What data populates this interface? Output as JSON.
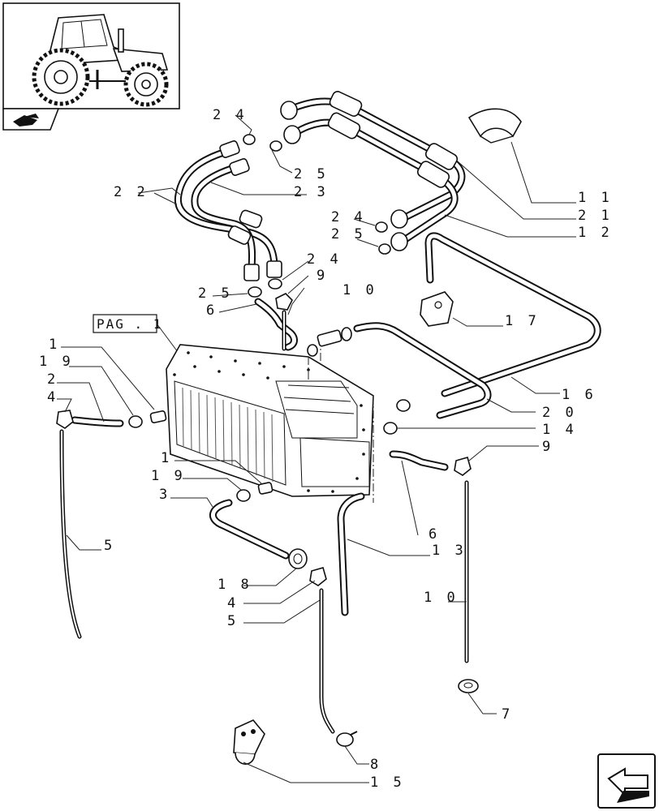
{
  "reference_label": "PAG . 1",
  "labels": {
    "l24a": "2 4",
    "l25a": "2 5",
    "l22": "2 2",
    "l23": "2 3",
    "l11": "1 1",
    "l21": "2 1",
    "l12": "1 2",
    "l24b": "2 4",
    "l25b": "2 5",
    "l24c": "2 4",
    "l9a": "9",
    "l25c": "2 5",
    "l10a": "1 0",
    "l6a": "6",
    "l17": "1 7",
    "l1a": "1",
    "l19a": "1 9",
    "l2": "2",
    "l4a": "4",
    "l16": "1 6",
    "l20": "2 0",
    "l14": "1 4",
    "l9b": "9",
    "l1b": "1",
    "l19b": "1 9",
    "l3": "3",
    "l6b": "6",
    "l13": "1 3",
    "l5a": "5",
    "l18": "1 8",
    "l4b": "4",
    "l5b": "5",
    "l10b": "1 0",
    "l7": "7",
    "l8": "8",
    "l15": "1 5"
  },
  "icons": {
    "thumbnail": "tractor-thumbnail",
    "book": "book-icon",
    "nav": "next-page-arrow-icon"
  }
}
